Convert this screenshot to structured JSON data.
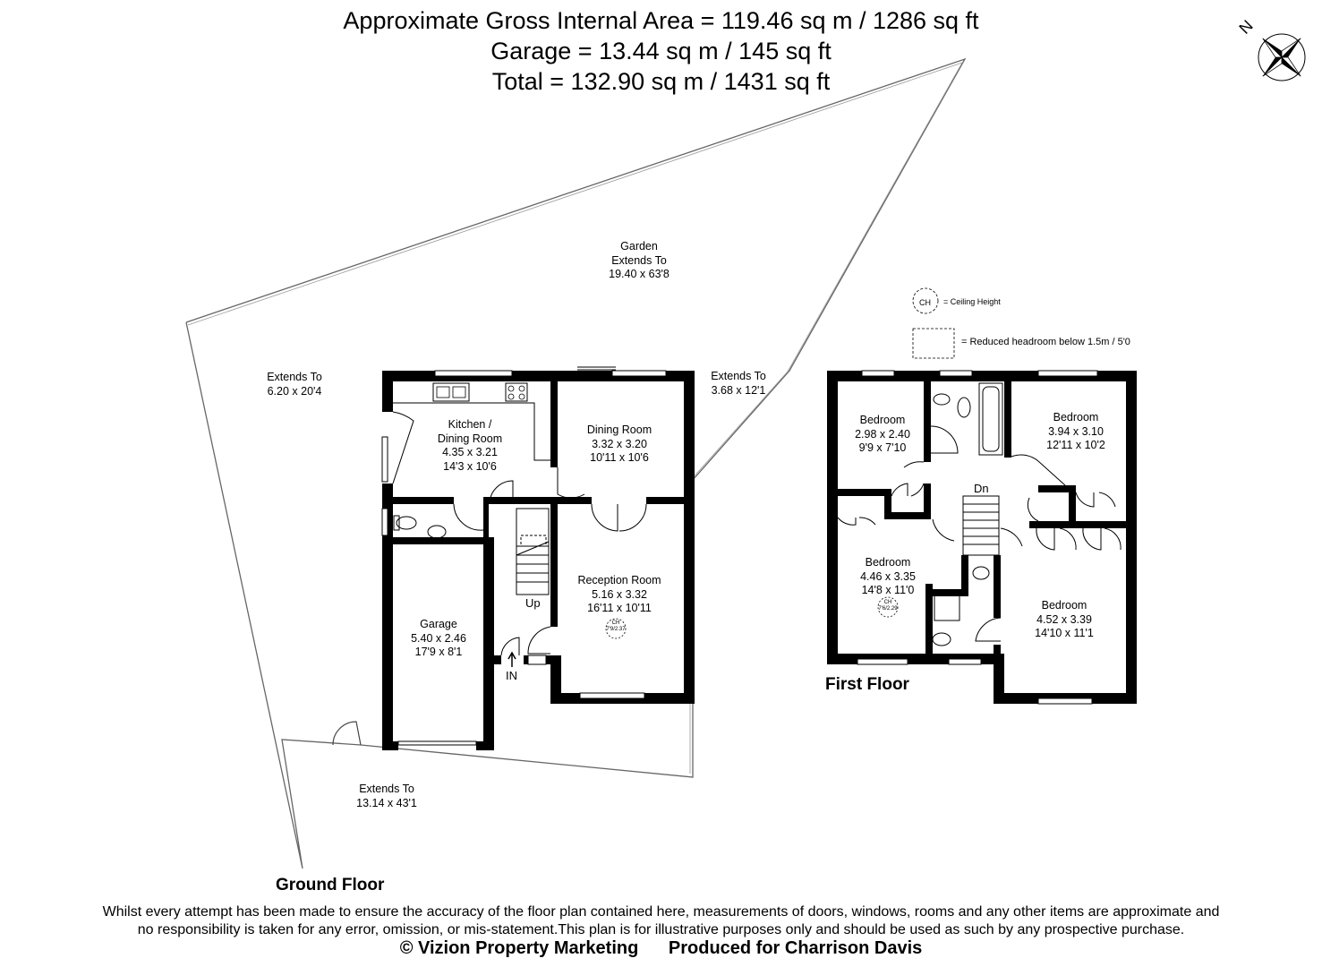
{
  "header": {
    "line1": "Approximate Gross Internal Area = 119.46 sq m / 1286 sq ft",
    "line2": "Garage = 13.44 sq m / 145 sq ft",
    "line3": "Total = 132.90 sq m / 1431 sq ft"
  },
  "compass": {
    "label": "N"
  },
  "legend": {
    "ch_symbol": "CH",
    "ch_text": "= Ceiling Height",
    "reduced_text": "= Reduced headroom below 1.5m / 5'0"
  },
  "garden": {
    "name": "Garden",
    "line2": "Extends To",
    "dims": "19.40 x 63'8"
  },
  "extents": {
    "left": {
      "label": "Extends To",
      "dims": "6.20 x 20'4"
    },
    "right": {
      "label": "Extends To",
      "dims": "3.68 x 12'1"
    },
    "bottom": {
      "label": "Extends To",
      "dims": "13.14 x 43'1"
    }
  },
  "ground_floor": {
    "title": "Ground Floor",
    "kitchen": {
      "name1": "Kitchen /",
      "name2": "Dining Room",
      "metric": "4.35 x 3.21",
      "imperial": "14'3 x 10'6"
    },
    "dining": {
      "name": "Dining Room",
      "metric": "3.32 x 3.20",
      "imperial": "10'11 x 10'6"
    },
    "reception": {
      "name": "Reception Room",
      "metric": "5.16 x 3.32",
      "imperial": "16'11 x 10'11",
      "ch_symbol": "CH",
      "ch_value": "7'9/2.37"
    },
    "garage": {
      "name": "Garage",
      "metric": "5.40 x 2.46",
      "imperial": "17'9 x 8'1"
    },
    "stairs_label": "Up",
    "entrance_label": "IN"
  },
  "first_floor": {
    "title": "First Floor",
    "bed1": {
      "name": "Bedroom",
      "metric": "2.98 x 2.40",
      "imperial": "9'9 x 7'10"
    },
    "bed2": {
      "name": "Bedroom",
      "metric": "3.94 x 3.10",
      "imperial": "12'11 x 10'2"
    },
    "bed3": {
      "name": "Bedroom",
      "metric": "4.46 x 3.35",
      "imperial": "14'8 x 11'0",
      "ch_symbol": "CH",
      "ch_value": "7'6/2.29"
    },
    "bed4": {
      "name": "Bedroom",
      "metric": "4.52 x 3.39",
      "imperial": "14'10 x 11'1"
    },
    "stairs_label": "Dn"
  },
  "footer": {
    "line1": "Whilst every attempt has been made to ensure the accuracy of the floor plan contained here, measurements of doors, windows, rooms and any other items are approximate and",
    "line2": "no responsibility is taken for any error, omission, or mis-statement.This plan is for illustrative purposes only and should be used as such by any prospective purchase.",
    "copyright": "© Vizion Property Marketing",
    "produced": "Produced for Charrison Davis"
  }
}
